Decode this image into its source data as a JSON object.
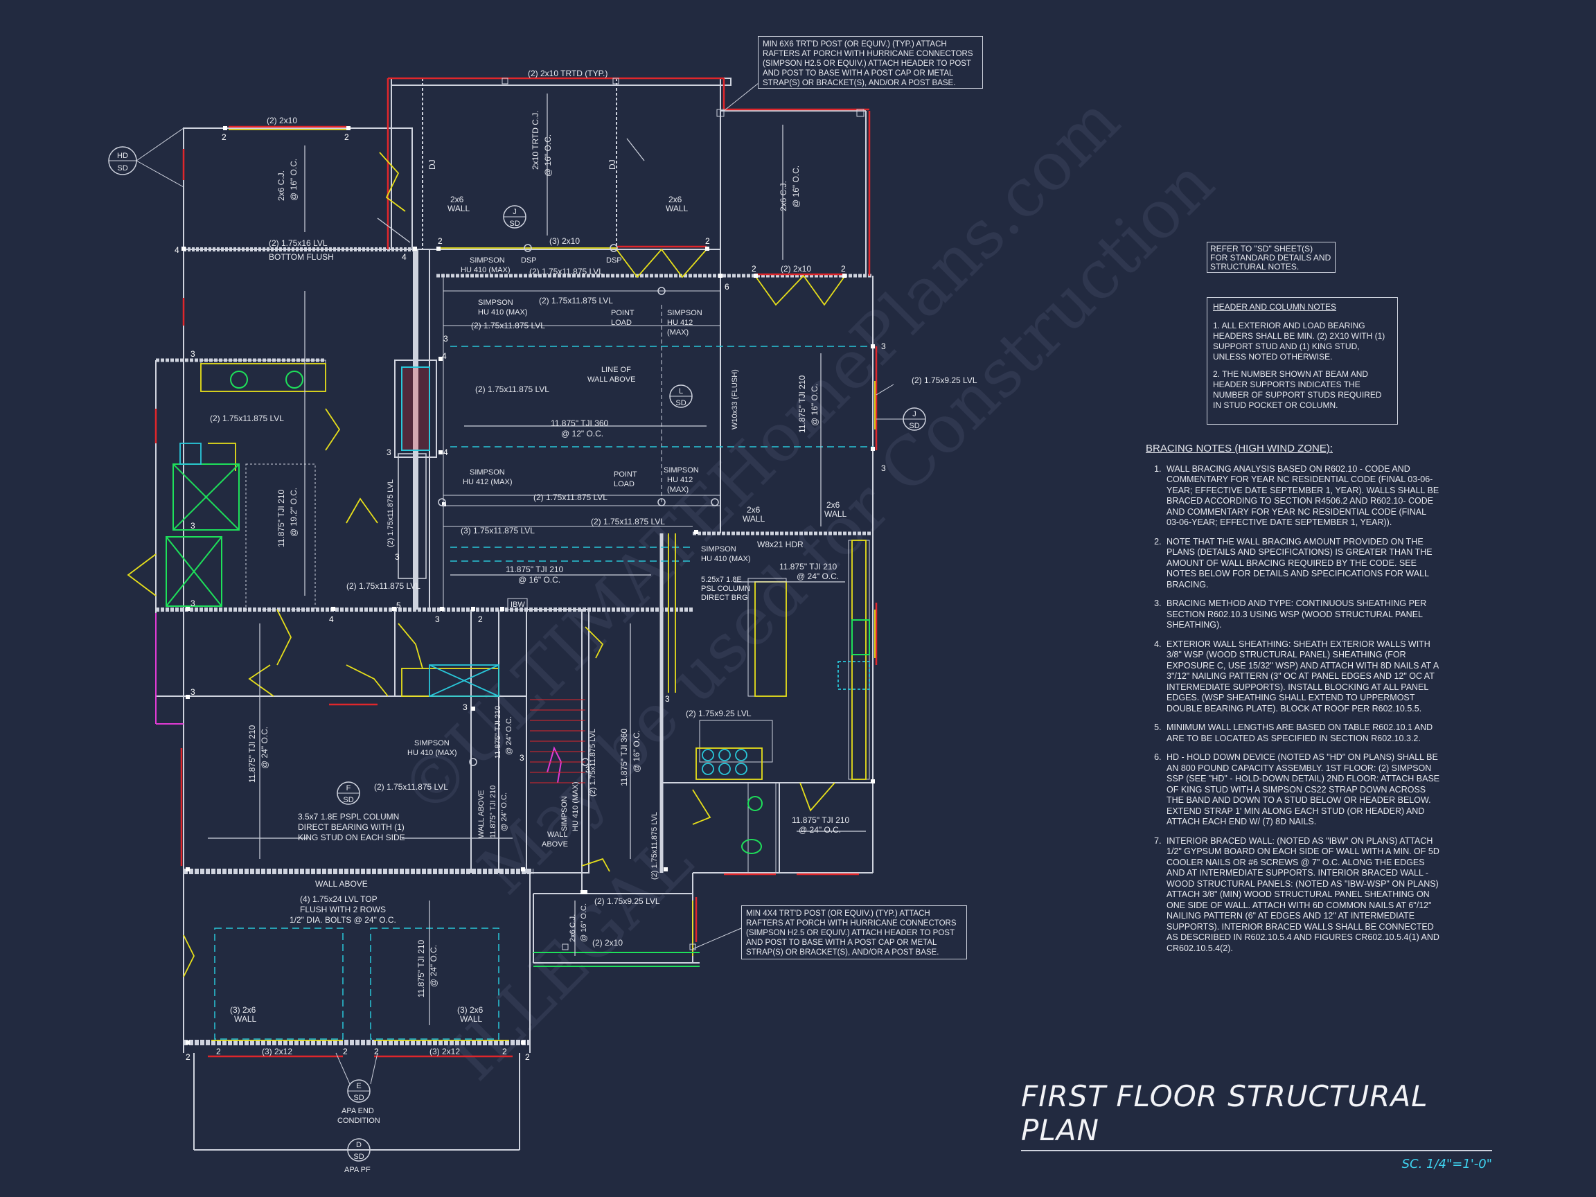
{
  "colors": {
    "background": "#222a40",
    "wall": "#cfd3de",
    "beam_red": "#e0262b",
    "beam_yellow": "#e8e01a",
    "cyan": "#29c7d9",
    "green": "#1ee05a",
    "magenta": "#e23bd5"
  },
  "watermark": {
    "line1": "©ULTIMATEHomePlans.com",
    "line2": "May be used for Construction",
    "line3": "ILLEGAL"
  },
  "notes": {
    "porch_top": "MIN 6x6 TRT'D POST (OR EQUIV.) (TYP.) ATTACH RAFTERS AT PORCH WITH HURRICANE CONNECTORS (SIMPSON H2.5 OR EQUIV.) ATTACH HEADER TO POST AND POST TO BASE WITH A POST CAP OR METAL STRAP(S) OR BRACKET(S), AND/OR A POST BASE.",
    "porch_bottom": "MIN 4x4 TRT'D POST (OR EQUIV.) (TYP.) ATTACH RAFTERS AT PORCH WITH HURRICANE CONNECTORS (SIMPSON H2.5 OR EQUIV.) ATTACH HEADER TO POST AND POST TO BASE WITH A POST CAP OR METAL STRAP(S) OR BRACKET(S), AND/OR A POST BASE.",
    "refer_sd": "REFER TO \"SD\" SHEET(S) FOR STANDARD DETAILS AND STRUCTURAL NOTES."
  },
  "header_notes": {
    "title": "HEADER AND COLUMN NOTES",
    "items": [
      "1. ALL EXTERIOR AND LOAD BEARING HEADERS SHALL BE MIN. (2) 2x10 WITH (1) SUPPORT STUD AND (1) KING STUD, UNLESS NOTED OTHERWISE.",
      "2. THE NUMBER SHOWN AT BEAM AND HEADER SUPPORTS INDICATES THE NUMBER OF SUPPORT STUDS REQUIRED IN STUD POCKET OR COLUMN."
    ]
  },
  "bracing_notes": {
    "title": "BRACING NOTES (HIGH WIND ZONE):",
    "items": [
      "WALL BRACING ANALYSIS BASED ON R602.10 - CODE AND COMMENTARY FOR YEAR NC RESIDENTIAL CODE (FINAL 03-06-YEAR; EFFECTIVE DATE SEPTEMBER 1, YEAR). WALLS SHALL BE BRACED ACCORDING TO SECTION R4506.2 AND R602.10- CODE AND COMMENTARY FOR YEAR NC RESIDENTIAL CODE (FINAL 03-06-YEAR; EFFECTIVE DATE SEPTEMBER 1, YEAR)).",
      "NOTE THAT THE WALL BRACING AMOUNT PROVIDED ON THE PLANS (DETAILS AND SPECIFICATIONS) IS GREATER THAN THE AMOUNT OF WALL BRACING REQUIRED BY THE CODE. SEE NOTES BELOW FOR DETAILS AND SPECIFICATIONS FOR WALL BRACING.",
      "BRACING METHOD AND TYPE: CONTINUOUS SHEATHING PER SECTION R602.10.3 USING WSP (WOOD STRUCTURAL PANEL SHEATHING).",
      "EXTERIOR WALL SHEATHING: SHEATH EXTERIOR WALLS WITH 3/8\" WSP (WOOD STRUCTURAL PANEL) SHEATHING (FOR EXPOSURE C, USE 15/32\" WSP) AND ATTACH WITH 8d NAILS AT A 3\"/12\" NAILING PATTERN (3\" OC AT PANEL EDGES AND 12\" OC AT INTERMEDIATE SUPPORTS). INSTALL BLOCKING AT ALL PANEL EDGES. (WSP SHEATHING SHALL EXTEND TO UPPERMOST DOUBLE BEARING PLATE). BLOCK AT ROOF PER R602.10.5.5.",
      "MINIMUM WALL LENGTHS ARE BASED ON TABLE R602.10.1 AND ARE TO BE LOCATED AS SPECIFIED IN SECTION R602.10.3.2.",
      "HD - HOLD DOWN DEVICE (NOTED AS \"HD\" ON PLANS) SHALL BE AN 800 POUND CAPACITY ASSEMBLY. 1ST FLOOR: (2) SIMPSON SSP (SEE \"HD\" - HOLD-DOWN DETAIL) 2ND FLOOR: ATTACH BASE OF KING STUD WITH A SIMPSON CS22 STRAP DOWN ACROSS THE BAND AND DOWN TO A STUD BELOW OR HEADER BELOW. EXTEND STRAP 1' MIN ALONG EACH STUD (OR HEADER) AND ATTACH EACH END W/ (7) 8d NAILS.",
      "INTERIOR BRACED WALL: (NOTED AS \"IBW\" ON PLANS) ATTACH 1/2\" GYPSUM BOARD ON EACH SIDE OF WALL WITH A MIN. OF 5d COOLER NAILS OR #6 SCREWS @ 7\" O.C. ALONG THE EDGES AND AT INTERMEDIATE SUPPORTS. INTERIOR BRACED WALL - WOOD STRUCTURAL PANELS: (NOTED AS \"IBW-WSP\" ON PLANS) ATTACH 3/8\" (MIN) WOOD STRUCTURAL PANEL SHEATHING ON ONE SIDE OF WALL. ATTACH WITH 6d COMMON NAILS AT 6\"/12\" NAILING PATTERN (6\" AT EDGES AND 12\" AT INTERMEDIATE SUPPORTS). INTERIOR BRACED WALLS SHALL BE CONNECTED AS DESCRIBED IN R602.10.5.4 AND FIGURES CR602.10.5.4(1) AND CR602.10.5.4(2)."
    ]
  },
  "title": {
    "main": "FIRST FLOOR STRUCTURAL PLAN",
    "scale": "SC. 1/4\"=1'-0\""
  },
  "callouts": [
    {
      "t": "HD",
      "b": "SD"
    },
    {
      "t": "J",
      "b": "SD"
    },
    {
      "t": "L",
      "b": "SD"
    },
    {
      "t": "J",
      "b": "SD"
    },
    {
      "t": "F",
      "b": "SD"
    },
    {
      "t": "E",
      "b": "SD"
    },
    {
      "t": "D",
      "b": "SD"
    }
  ],
  "labels": {
    "porch_header": "(2) 2x10 TRTD (TYP.)",
    "hdr_2x10_tl": "(2) 2x10",
    "cj_2x6_tl": "2x6 C.J.",
    "cj_16_tl": "@ 16\" O.C.",
    "cj_2x10": "2x10 TRTD C.J.",
    "cj_2x10_oc": "@ 16\" O.C.",
    "dj_1": "DJ",
    "dj_2": "DJ",
    "wall_2x6_a": "2x6",
    "wall_2x6_a2": "WALL",
    "wall_2x6_b": "2x6",
    "wall_2x6_b2": "WALL",
    "lvl_1_75x16": "(2) 1.75x16 LVL",
    "bottom_flush": "BOTTOM FLUSH",
    "simpson_hu410_a": "SIMPSON",
    "simpson_hu410_a2": "HU 410 (MAX)",
    "dsp_1": "DSP",
    "dsp_2": "DSP",
    "hdr_3_2x10": "(3) 2x10",
    "lvl_a": "(2) 1.75x11.875 LVL",
    "lvl_b": "(2) 1.75x11.875 LVL",
    "lvl_c": "(2) 1.75x11.875 LVL",
    "simpson_hu410_b": "SIMPSON",
    "simpson_hu410_b2": "HU 410 (MAX)",
    "point_load_a": "POINT",
    "point_load_a2": "LOAD",
    "simpson_hu412_a": "SIMPSON",
    "simpson_hu412_a2": "HU 412",
    "simpson_hu412_a3": "(MAX)",
    "hdr_2x10_tr": "(2) 2x10",
    "cj_2x6_tr": "2x6 C.J.",
    "cj_16_tr": "@ 16\" O.C.",
    "line_of_wall": "LINE OF",
    "line_of_wall2": "WALL ABOVE",
    "lvl_d": "(2) 1.75x11.875 LVL",
    "tji_360_a": "11.875\" TJI 360",
    "tji_360_a2": "@ 12\" O.C.",
    "w10x33": "W10x33 (FLUSH)",
    "tji_210_r": "11.875\" TJI 210",
    "tji_210_r2": "@ 16\" O.C.",
    "lvl_925_r": "(2) 1.75x9.25 LVL",
    "lvl_e": "(2) 1.75x11.875 LVL",
    "tji_210_l": "11.875\" TJI 210",
    "tji_210_l2": "@ 19.2\" O.C.",
    "lvl_vert_a": "(2) 1.75x11.875 LVL",
    "simpson_hu412_b": "SIMPSON",
    "simpson_hu412_b2": "HU 412 (MAX)",
    "point_load_b": "POINT",
    "point_load_b2": "LOAD",
    "simpson_hu412_c": "SIMPSON",
    "simpson_hu412_c2": "HU 412",
    "simpson_hu412_c3": "(MAX)",
    "lvl_f": "(2) 1.75x11.875 LVL",
    "lvl_g": "(2) 1.75x11.875 LVL",
    "lvl_h": "(3) 1.75x11.875 LVL",
    "wall_2x6_c": "2x6",
    "wall_2x6_c2": "WALL",
    "wall_2x6_d": "2x6",
    "wall_2x6_d2": "WALL",
    "w8x21": "W8x21 HDR",
    "simpson_hu410_c": "SIMPSON",
    "simpson_hu410_c2": "HU 410 (MAX)",
    "psl_col": "5.25x7 1.8E",
    "psl_col2": "PSL COLUMN",
    "psl_col3": "DIRECT BRG",
    "tji_210_k": "11.875\" TJI 210",
    "tji_210_k2": "@ 24\" O.C.",
    "tji_210_m": "11.875\" TJI 210",
    "tji_210_m2": "@ 16\" O.C.",
    "lvl_i": "(2) 1.75x11.875 LVL",
    "ibw": "IBW",
    "lvl_925_m": "(2) 1.75x9.25 LVL",
    "tji_210_big": "11.875\" TJI 210",
    "tji_210_big2": "@ 24\" O.C.",
    "simpson_hu410_d": "SIMPSON",
    "simpson_hu410_d2": "HU 410 (MAX)",
    "tji_210_s1": "11.875\" TJI 210",
    "tji_210_s12": "@ 24\" O.C.",
    "lvl_j": "(2) 1.75x11.875 LVL",
    "wall_above_v": "WALL ABOVE",
    "tji_210_s2": "11.875\" TJI 210",
    "tji_210_s22": "@ 24\" O.C.",
    "simpson_hu410_e": "SIMPSON",
    "simpson_hu410_e2": "HU 410 (MAX)",
    "wall_above_s": "WALL",
    "wall_above_s2": "ABOVE",
    "tji_360_b": "11.875\" TJI 360",
    "tji_360_b2": "@ 16\" O.C.",
    "lvl_vert_b": "(2) 1.75x11.875 LVL",
    "lvl_vert_c": "(2) 1.75x11.875 LVL",
    "tji_210_n": "11.875\" TJI 210",
    "tji_210_n2": "@ 24\" O.C.",
    "psl_note": "3.5x7 1.8E PSPL COLUMN",
    "psl_note2": "DIRECT BEARING WITH (1)",
    "psl_note3": "KING STUD ON EACH SIDE",
    "wall_above_h": "WALL ABOVE",
    "lvl_top": "(4) 1.75x24 LVL TOP",
    "lvl_top2": "FLUSH WITH 2 ROWS",
    "lvl_top3": "1/2\" DIA. BOLTS @ 24\" O.C.",
    "tji_210_b": "11.875\" TJI 210",
    "tji_210_b2": "@ 24\" O.C.",
    "lvl_925_b": "(2) 1.75x9.25 LVL",
    "cj_2x6_b": "2x6 C.J.",
    "cj_16_b": "@ 16\" O.C.",
    "hdr_2x10_b": "(2) 2x10",
    "wall_3_2x6_a": "(3) 2x6",
    "wall_3_2x6_a2": "WALL",
    "wall_3_2x6_b": "(3) 2x6",
    "wall_3_2x6_b2": "WALL",
    "hdr_3_2x12_a": "(3) 2x12",
    "hdr_3_2x12_b": "(3) 2x12",
    "apa_end": "APA END",
    "apa_end2": "CONDITION",
    "apa_pf": "APA PF"
  },
  "stud_counts": [
    "2",
    "2",
    "4",
    "4",
    "2",
    "2",
    "2",
    "2",
    "6",
    "3",
    "3",
    "3",
    "4",
    "3",
    "4",
    "3",
    "3",
    "3",
    "3",
    "4",
    "5",
    "3",
    "2",
    "3",
    "3",
    "3",
    "3",
    "3",
    "2",
    "2",
    "2",
    "2",
    "2",
    "2"
  ]
}
